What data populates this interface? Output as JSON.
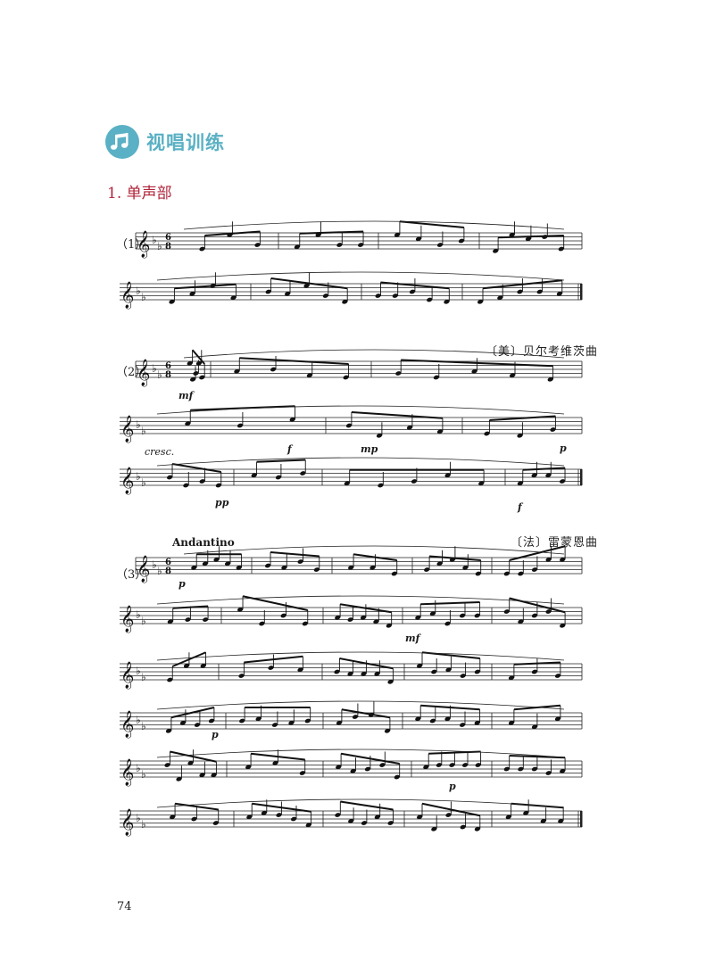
{
  "section": {
    "title": "视唱训练"
  },
  "subsection": {
    "title": "1. 单声部"
  },
  "examples": [
    {
      "label": "（1）",
      "composer": ""
    },
    {
      "label": "（2）",
      "composer": "〔美〕贝尔考维茨曲"
    },
    {
      "label": "（3）",
      "composer": "〔法〕雷蒙恩曲",
      "tempo": "Andantino"
    }
  ],
  "dynamics": {
    "mf": "mf",
    "cresc": "cresc.",
    "f": "f",
    "mp": "mp",
    "p": "p",
    "pp": "pp"
  },
  "time_signature": {
    "top": "6",
    "bottom": "8"
  },
  "page_number": "74"
}
